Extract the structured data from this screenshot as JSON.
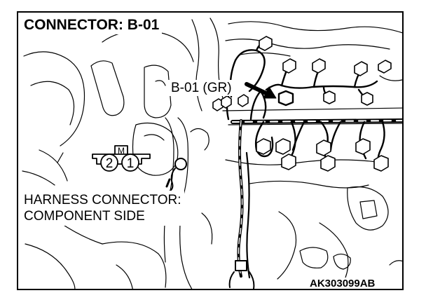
{
  "title": "CONNECTOR: B-01",
  "callout": "B-01 (GR)",
  "connector_face": {
    "key_label": "M",
    "pins": [
      "2",
      "1"
    ]
  },
  "caption": {
    "line1": "HARNESS CONNECTOR:",
    "line2": "COMPONENT SIDE"
  },
  "figure_code": "AK303099AB"
}
